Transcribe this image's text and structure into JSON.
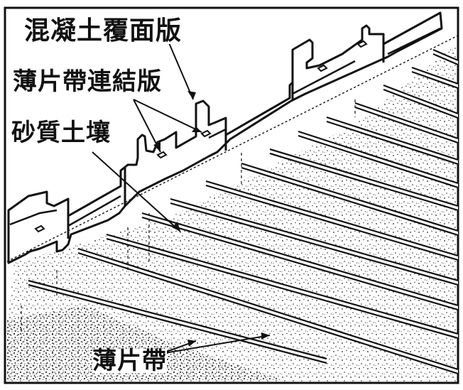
{
  "diagram": {
    "labels": {
      "concrete_facing_panel": "混凝土覆面版",
      "strip_connection_plate": "薄片帶連結版",
      "sandy_soil": "砂質土壤",
      "reinforcing_strip": "薄片帶"
    },
    "colors": {
      "line": "#111111",
      "background": "#ffffff",
      "stipple": "#222222"
    }
  }
}
